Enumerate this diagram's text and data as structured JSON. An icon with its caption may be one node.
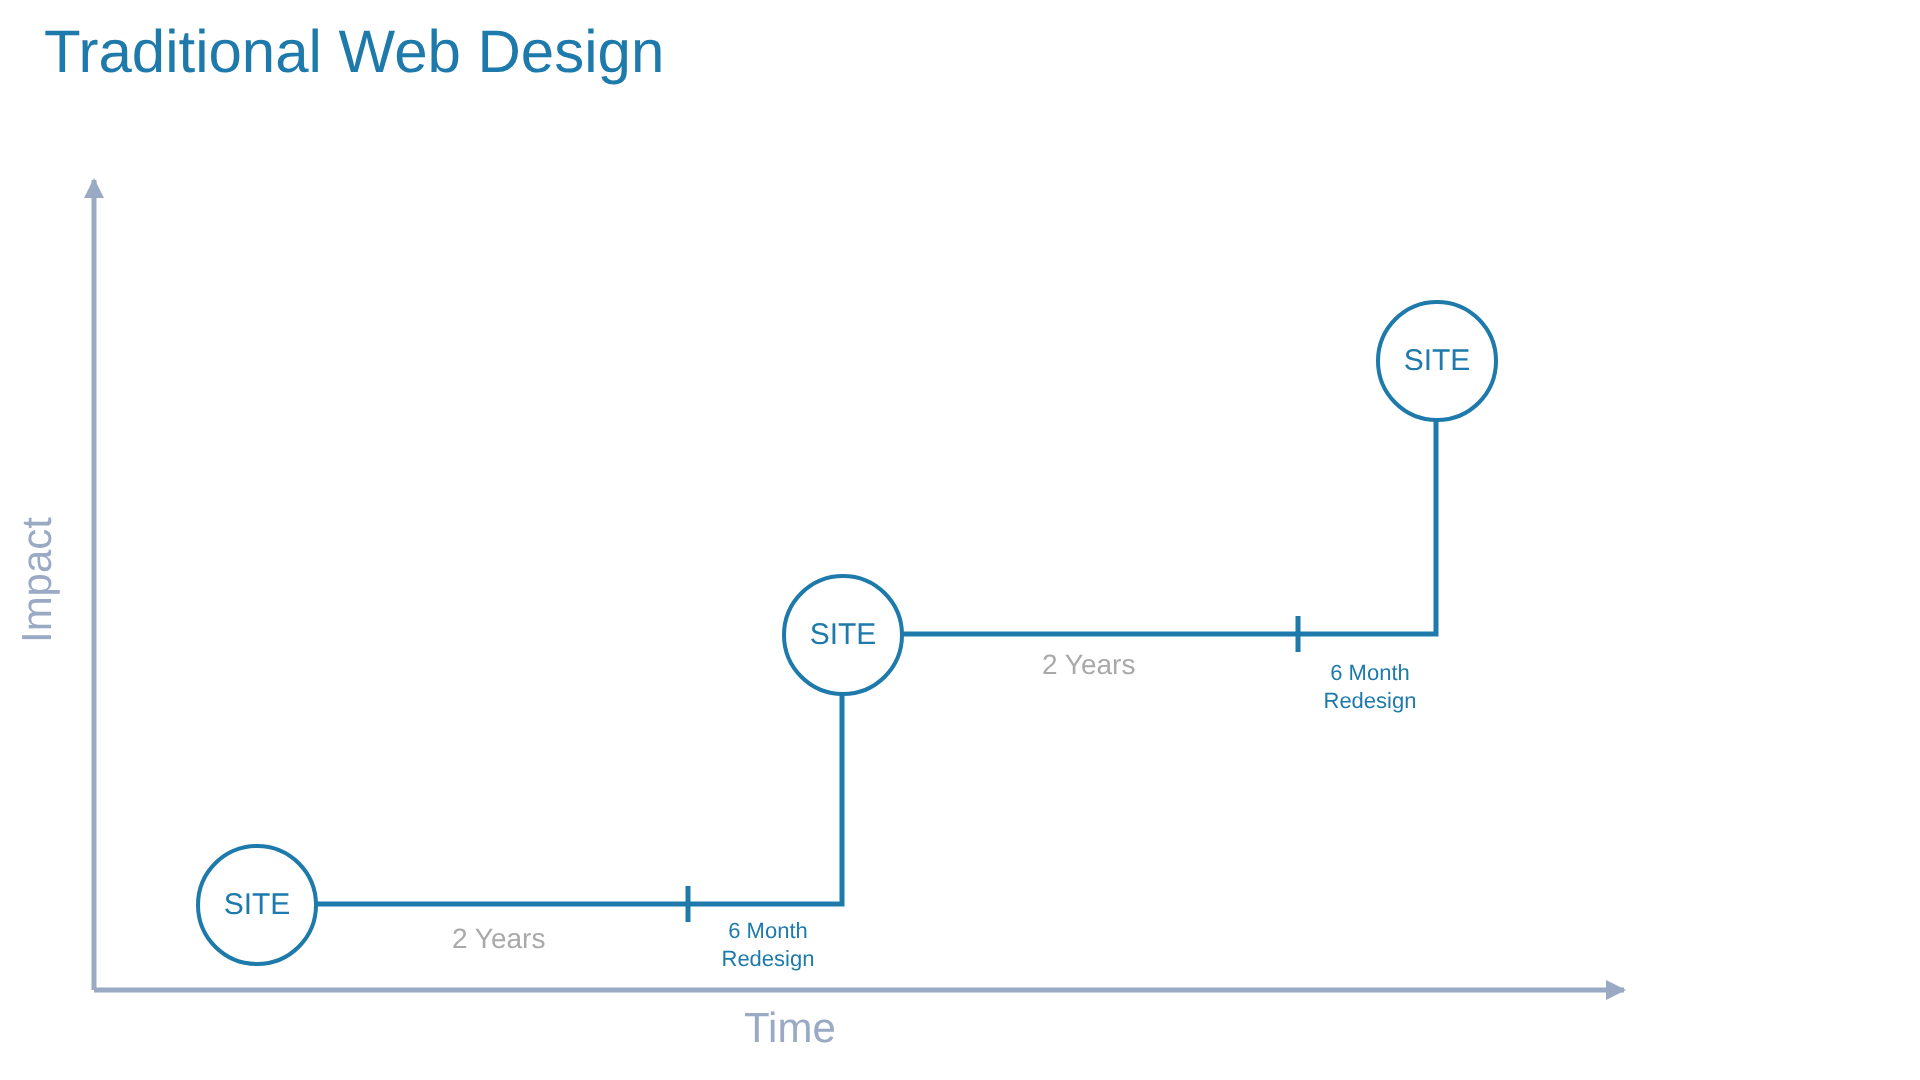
{
  "diagram": {
    "title": "Traditional Web Design",
    "nodes": [
      {
        "text": [
          "SITE"
        ]
      },
      {
        "text": [
          "SITE"
        ]
      },
      {
        "text": [
          "SITE"
        ]
      }
    ],
    "edges": [
      {
        "from": 0,
        "to": 1,
        "arrow": "none",
        "label": "2 Years"
      },
      {
        "from": 1,
        "to": 2,
        "arrow": "none",
        "label": "2 Years"
      }
    ],
    "labels": [
      "6 Month Redesign",
      "Impact",
      "6 Month Redesign",
      "Time"
    ]
  }
}
